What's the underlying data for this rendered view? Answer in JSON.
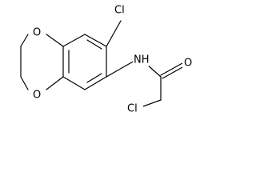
{
  "molecule": {
    "atoms": {
      "cl_top": "Cl",
      "nh": "NH",
      "o_carbonyl": "O",
      "cl_bottom": "Cl",
      "o_upper": "O",
      "o_lower": "O"
    },
    "colors": {
      "bond": "#000000",
      "label": "#000000",
      "background": "#ffffff"
    }
  }
}
